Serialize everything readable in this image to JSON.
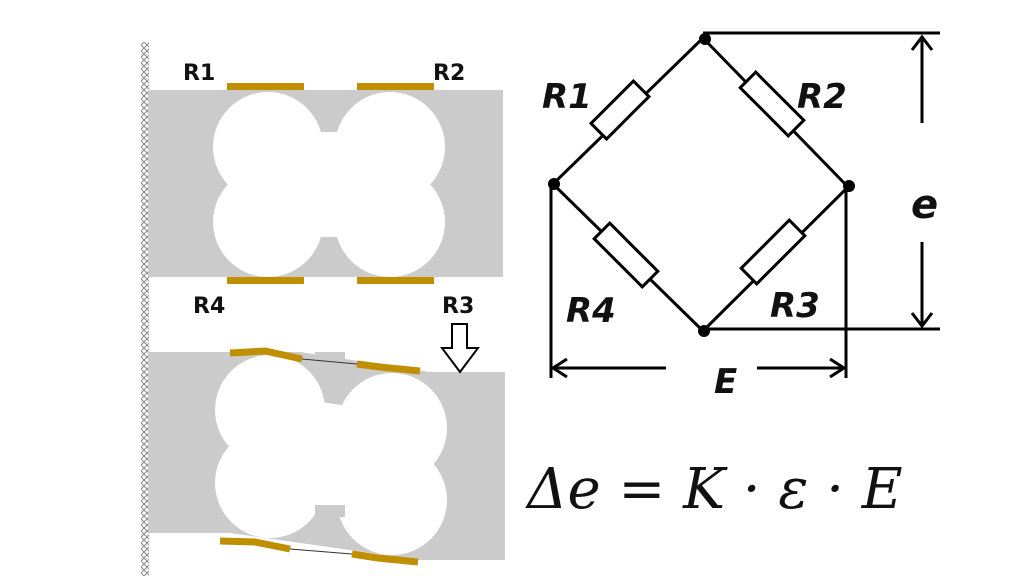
{
  "gauge_labels": {
    "r1": "R1",
    "r2": "R2",
    "r3": "R3",
    "r4": "R4"
  },
  "circuit_labels": {
    "r1": "R1",
    "r2": "R2",
    "r3": "R3",
    "r4": "R4",
    "output_voltage": "e",
    "excitation_voltage": "E"
  },
  "formula": "Δe = K · ε · E",
  "colors": {
    "body": "#cccbcc",
    "gauge": "#c08f00",
    "line": "#000000"
  }
}
